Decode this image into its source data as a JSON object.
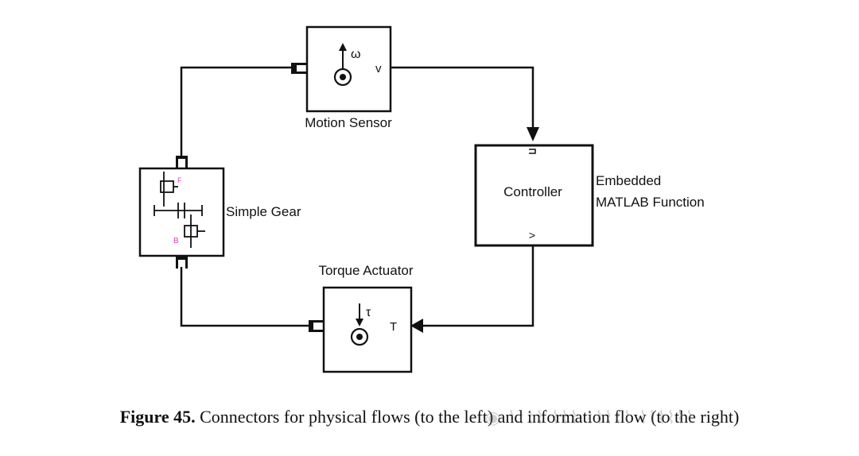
{
  "blocks": {
    "motion_sensor": {
      "label": "Motion Sensor",
      "symbol": "ω",
      "port": "v"
    },
    "controller": {
      "label": "Controller",
      "annotation_line1": "Embedded",
      "annotation_line2": "MATLAB Function",
      "port": ">"
    },
    "simple_gear": {
      "label": "Simple Gear",
      "port_top": "F",
      "port_bottom": "B"
    },
    "torque_actuator": {
      "label": "Torque Actuator",
      "symbol": "τ",
      "port": "T"
    }
  },
  "caption": {
    "figure_label": "Figure 45.",
    "text": "Connectors for physical flows (to the left) and information flow (to the right)"
  },
  "colors": {
    "line": "#111111",
    "port_magenta": "#e040c0"
  }
}
